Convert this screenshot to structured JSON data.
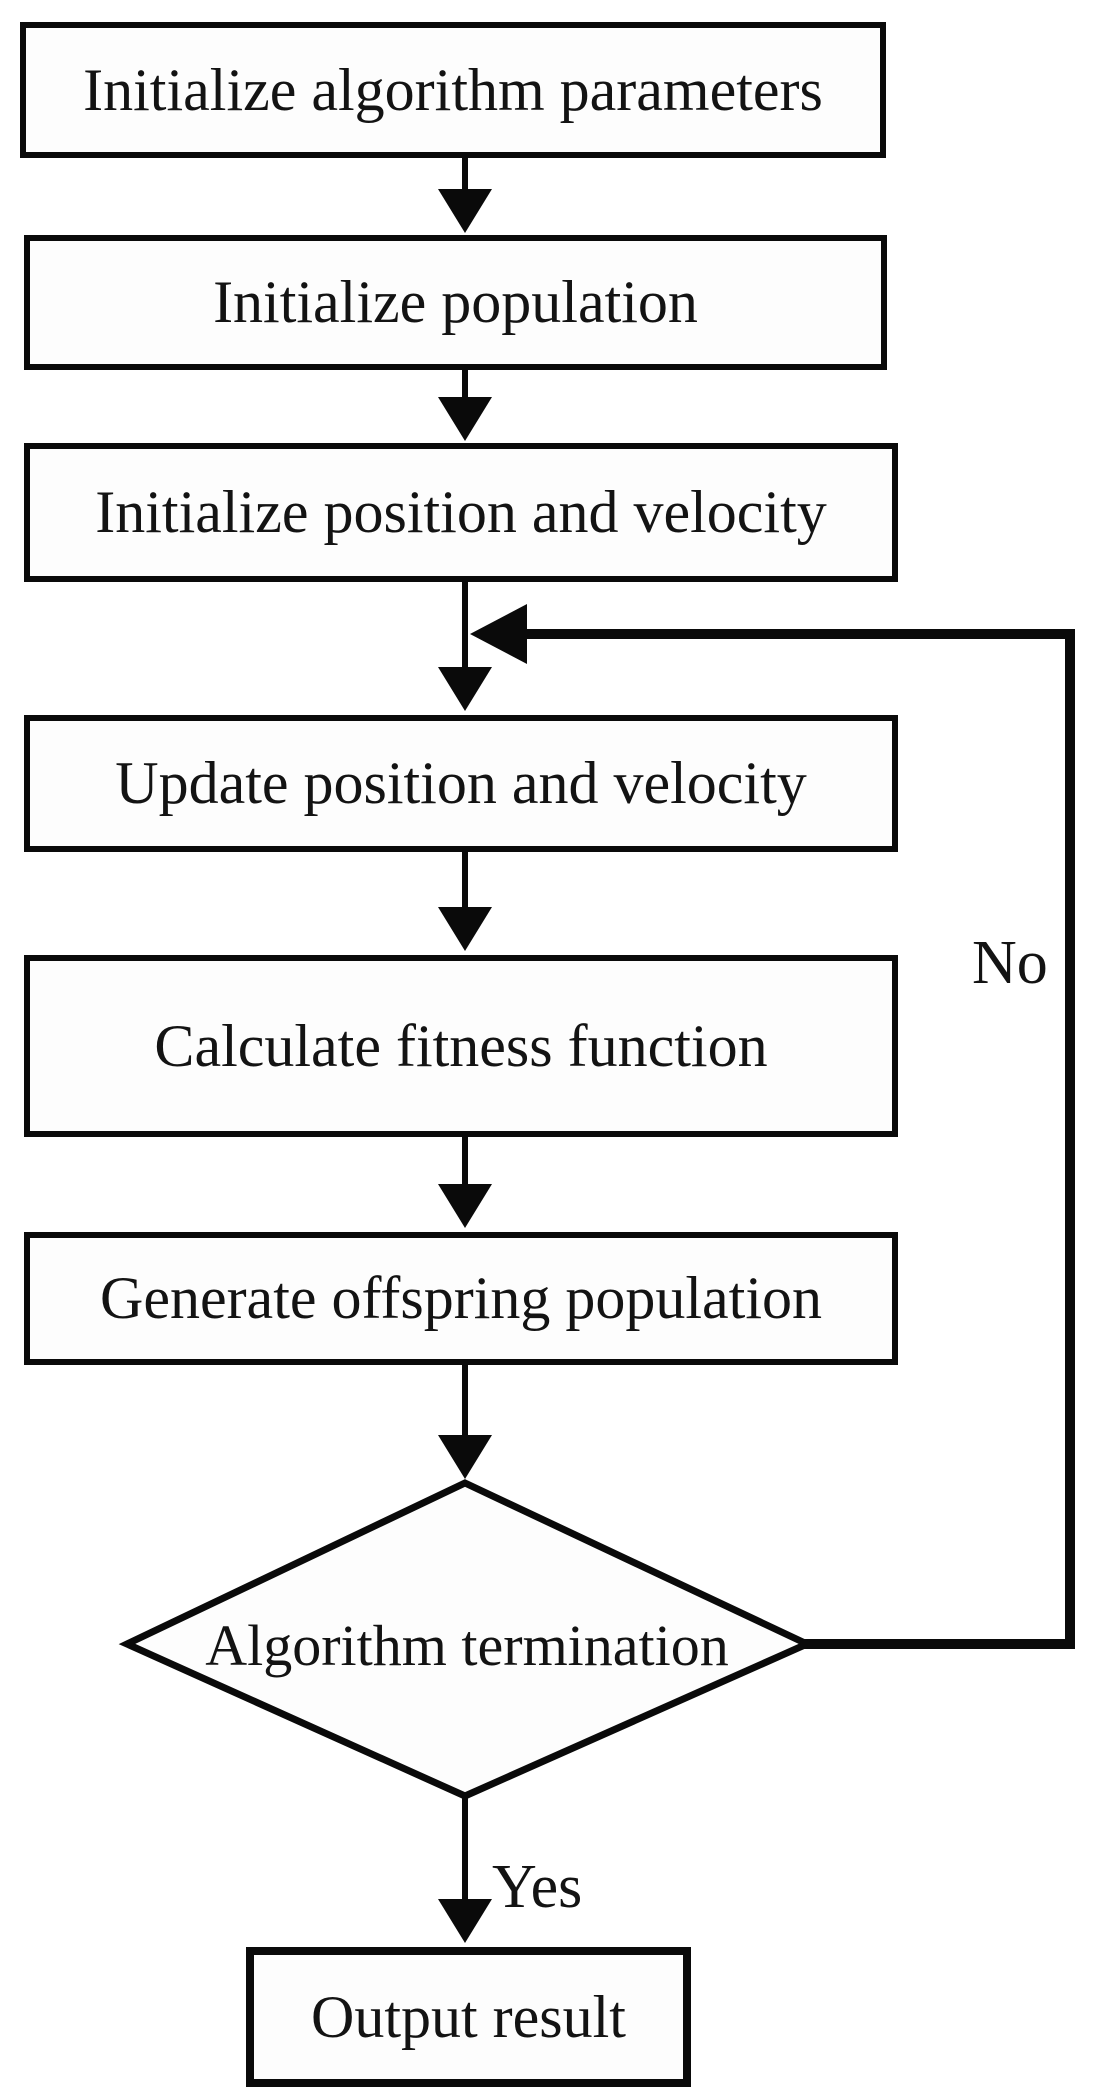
{
  "diagram": {
    "type": "flowchart",
    "background_color": "#ffffff",
    "line_color": "#0a0a0a",
    "nodes": [
      {
        "id": "initialize-parameters",
        "shape": "process",
        "label": "Initialize algorithm parameters"
      },
      {
        "id": "initialize-population",
        "shape": "process",
        "label": "Initialize population"
      },
      {
        "id": "initialize-position-velocity",
        "shape": "process",
        "label": "Initialize position and velocity"
      },
      {
        "id": "update-position-velocity",
        "shape": "process",
        "label": "Update position and velocity"
      },
      {
        "id": "calculate-fitness",
        "shape": "process",
        "label": "Calculate fitness function"
      },
      {
        "id": "generate-offspring",
        "shape": "process",
        "label": "Generate offspring population"
      },
      {
        "id": "algorithm-termination",
        "shape": "decision",
        "label": "Algorithm termination"
      },
      {
        "id": "output-result",
        "shape": "process",
        "label": "Output result"
      }
    ],
    "edges": [
      {
        "from": "initialize-parameters",
        "to": "initialize-population",
        "label": ""
      },
      {
        "from": "initialize-population",
        "to": "initialize-position-velocity",
        "label": ""
      },
      {
        "from": "initialize-position-velocity",
        "to": "update-position-velocity",
        "label": ""
      },
      {
        "from": "update-position-velocity",
        "to": "calculate-fitness",
        "label": ""
      },
      {
        "from": "calculate-fitness",
        "to": "generate-offspring",
        "label": ""
      },
      {
        "from": "generate-offspring",
        "to": "algorithm-termination",
        "label": ""
      },
      {
        "from": "algorithm-termination",
        "to": "output-result",
        "label": "Yes"
      },
      {
        "from": "algorithm-termination",
        "to": "update-position-velocity",
        "label": "No"
      }
    ]
  }
}
